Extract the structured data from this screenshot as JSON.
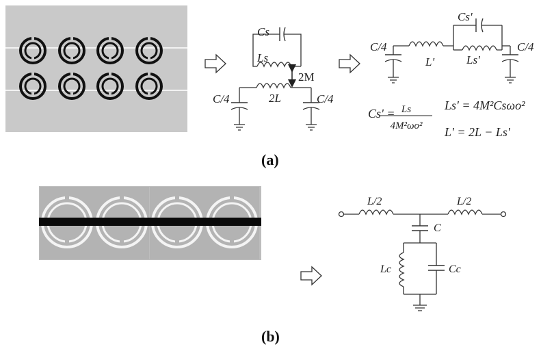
{
  "panel_a": {
    "caption": "(a)",
    "circuit1": {
      "labels": {
        "cs": "Cs",
        "ls": "Ls",
        "m": "2M",
        "l": "2L",
        "c_left": "C/4",
        "c_right": "C/4"
      }
    },
    "circuit2": {
      "labels": {
        "cs": "Cs'",
        "l": "L'",
        "ls": "Ls'",
        "c_left": "C/4",
        "c_right": "C/4"
      }
    },
    "equations": {
      "cs_lhs": "Cs' =",
      "cs_num": "Ls",
      "cs_den": "4M²ωo²",
      "ls_eq": "Ls' = 4M²Csωo²",
      "l_eq": "L' = 2L − Ls'"
    }
  },
  "panel_b": {
    "caption": "(b)",
    "labels": {
      "l_left": "L/2",
      "l_right": "L/2",
      "c": "C",
      "lc": "Lc",
      "cc": "Cc"
    }
  },
  "colors": {
    "board": "#c8c8c8",
    "ring": "#111111",
    "stroke": "#333333"
  }
}
